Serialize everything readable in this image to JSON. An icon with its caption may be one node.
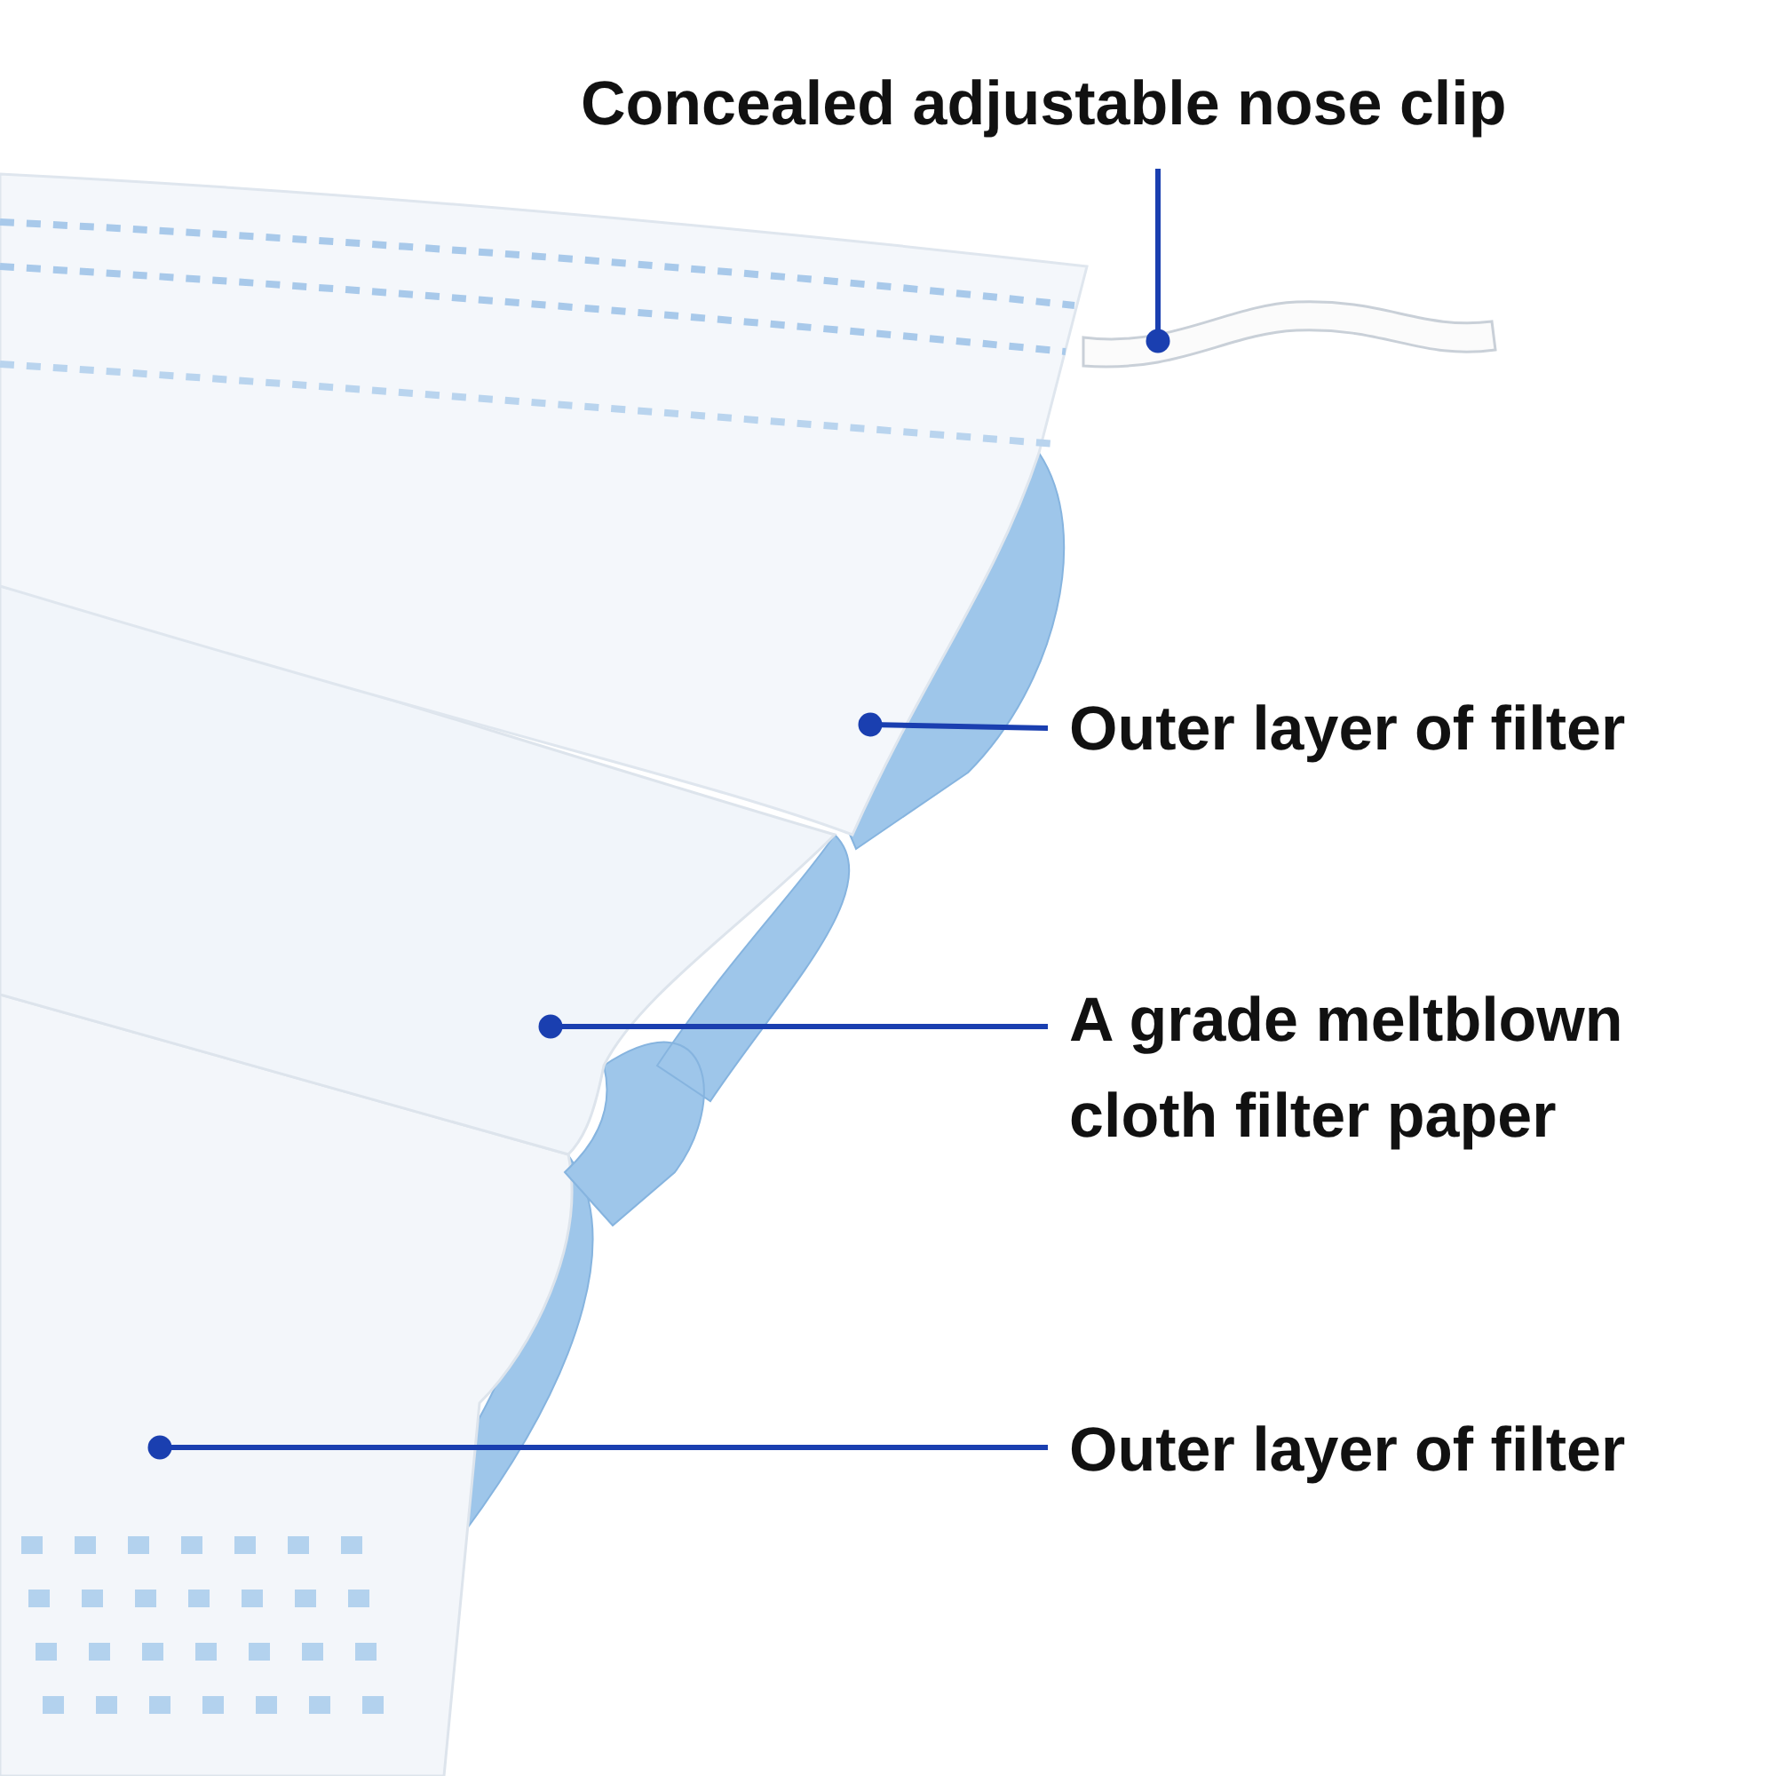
{
  "diagram": {
    "nodes": [
      {
        "text": [
          "Concealed adjustable nose clip"
        ]
      },
      {
        "text": [],
        "shape": "picture"
      },
      {
        "text": [
          "Outer layer of filter"
        ]
      },
      {
        "text": [],
        "shape": "picture"
      },
      {
        "text": [
          "A grade meltblown cloth filter paper"
        ]
      },
      {
        "text": [],
        "shape": "picture"
      },
      {
        "text": [
          "Outer layer of filter"
        ]
      },
      {
        "text": [],
        "shape": "picture"
      }
    ],
    "edges": [
      {
        "from": 0,
        "to": 1,
        "arrow": "other"
      },
      {
        "from": 2,
        "to": 3,
        "arrow": "other"
      },
      {
        "from": 4,
        "to": 5,
        "arrow": "other"
      },
      {
        "from": 6,
        "to": 7,
        "arrow": "other"
      }
    ]
  }
}
